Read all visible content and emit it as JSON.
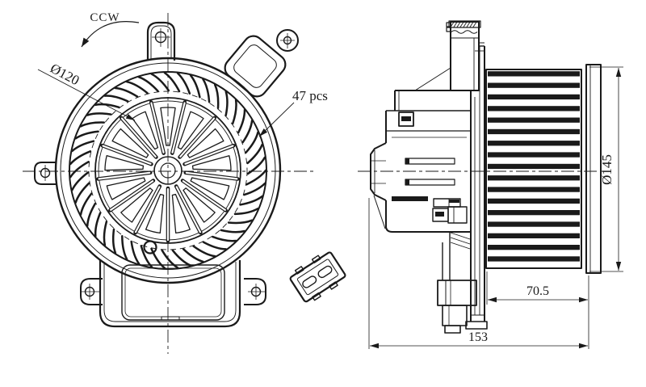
{
  "labels": {
    "rotation_direction": "CCW",
    "impeller_diameter": "Ø120",
    "blade_count": "47 pcs",
    "wheel_diameter": "Ø145",
    "wheel_width": "70.5",
    "overall_width": "153"
  },
  "colors": {
    "line": "#1a1a1a",
    "background": "#ffffff"
  }
}
